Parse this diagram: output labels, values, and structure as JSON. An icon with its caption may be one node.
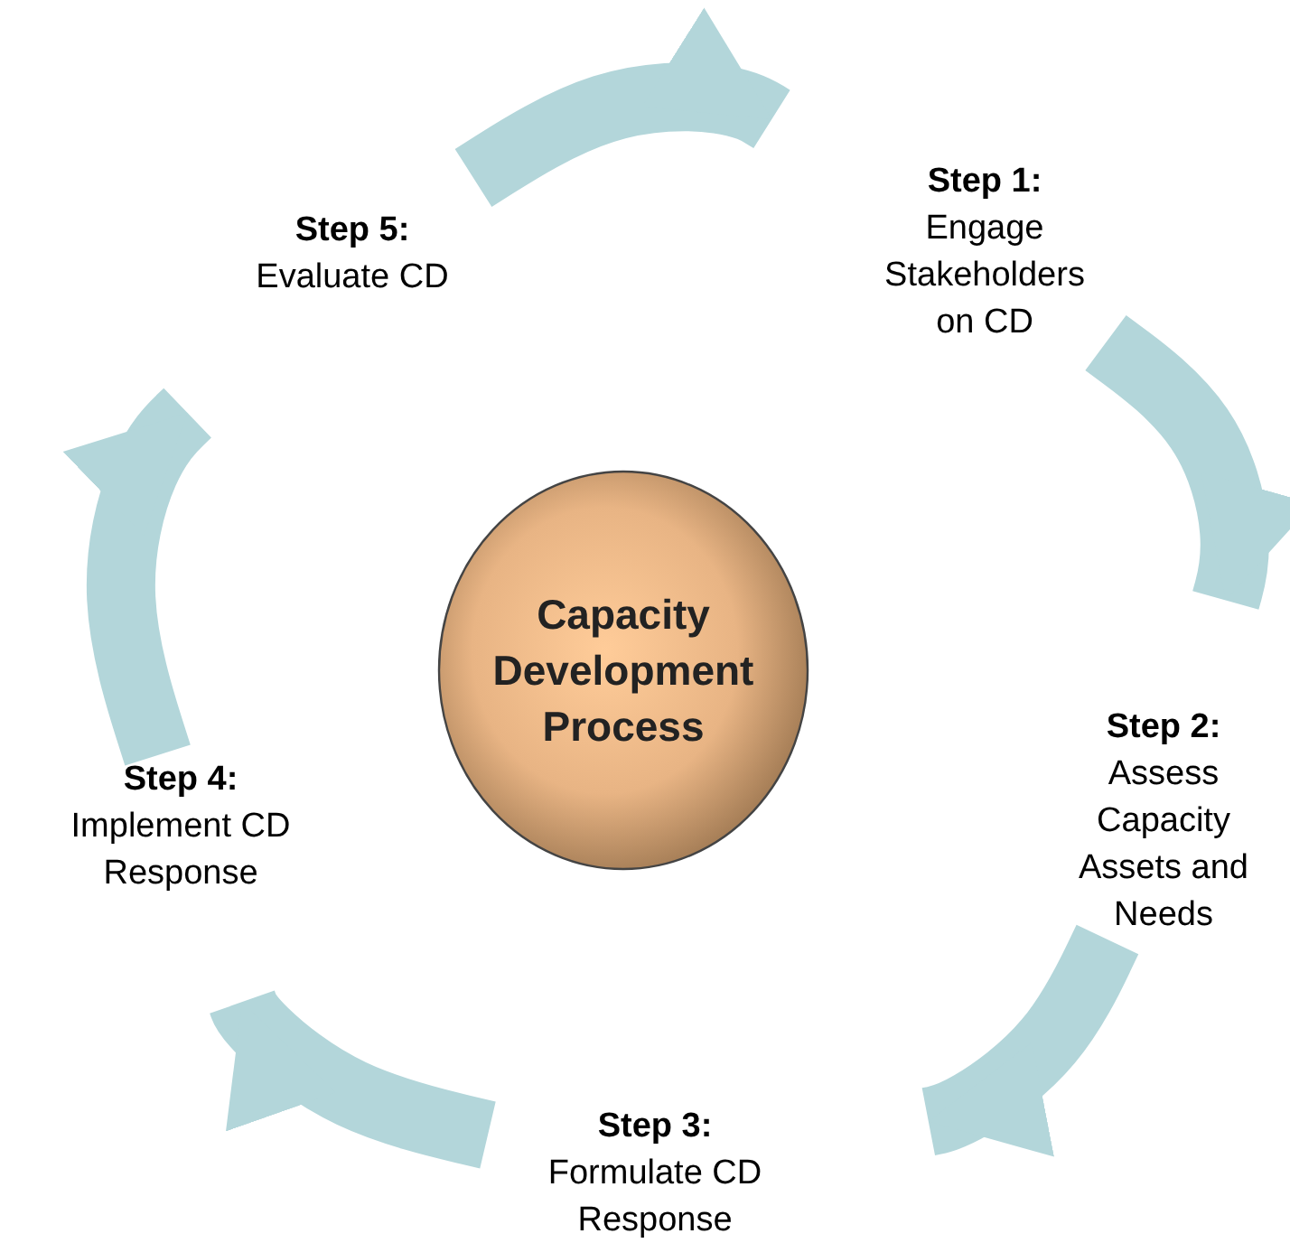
{
  "diagram": {
    "nodes": [
      {
        "text": [
          "Capacity Development Process"
        ]
      },
      {
        "text": [
          "Step 1:",
          "Engage Stakeholders on CD"
        ]
      },
      {
        "text": [
          "Step 2:",
          "Assess Capacity Assets and Needs"
        ]
      },
      {
        "text": [
          "Step 3:",
          "Formulate CD Response"
        ]
      },
      {
        "text": [
          "Step 4:",
          "Implement CD Response"
        ]
      },
      {
        "text": [
          "Step 5:",
          "Evaluate CD"
        ]
      }
    ],
    "edges": [
      {
        "from": 5,
        "to": 1,
        "arrow": "to"
      },
      {
        "from": 1,
        "to": 2,
        "arrow": "to"
      },
      {
        "from": 2,
        "to": 3,
        "arrow": "to"
      },
      {
        "from": 3,
        "to": 4,
        "arrow": "to"
      },
      {
        "from": 4,
        "to": 5,
        "arrow": "to"
      }
    ]
  }
}
